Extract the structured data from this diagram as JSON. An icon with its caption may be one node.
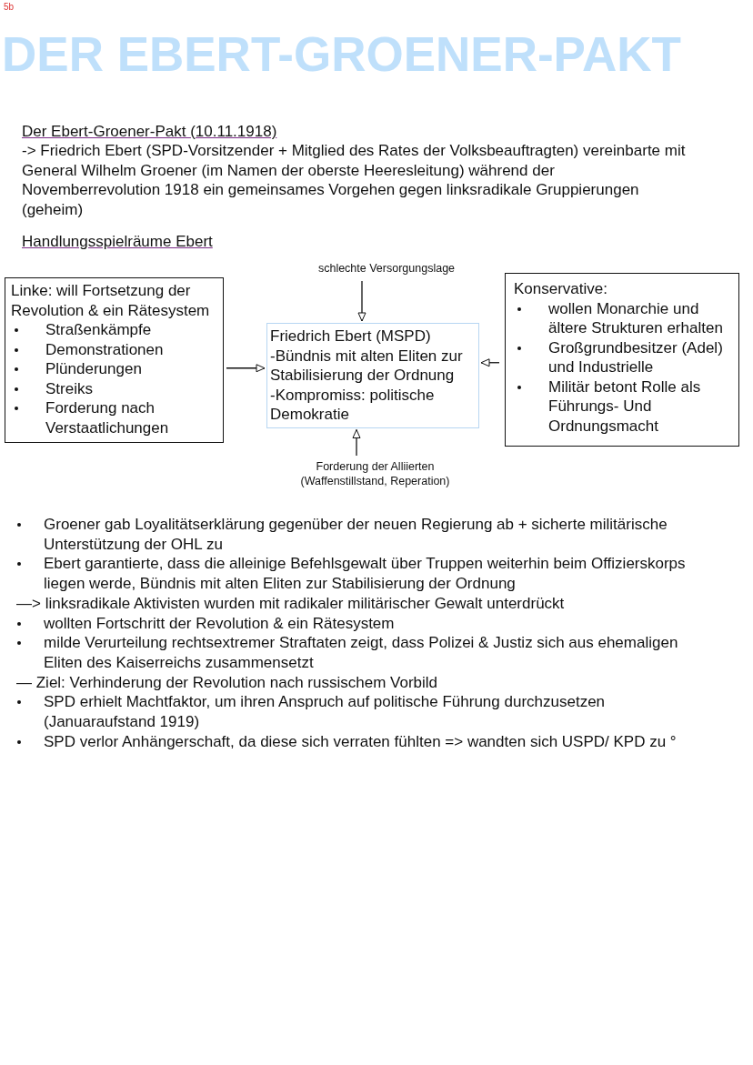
{
  "diagram": {
    "title": "DER EBERT-GROENER-PAKT",
    "nodes": [
      {
        "text": [
          "Linke: will Fortsetzung der Revolution & ein Rätesystem",
          "Straßenkämpfe",
          "Demonstrationen",
          "Plünderungen",
          "Streiks",
          "Forderung nach Verstaatlichungen"
        ]
      },
      {
        "text": [
          "schlechte Versorgungslage"
        ]
      },
      {
        "text": [
          "Friedrich Ebert (MSPD)",
          "-Bündnis mit alten Eliten zur Stabilisierung der Ordnung",
          "-Kompromiss: politische Demokratie"
        ]
      },
      {
        "text": [
          "Konservative:",
          "wollen Monarchie und ältere Strukturen erhalten",
          "Großgrundbesitzer (Adel) und Industrielle",
          "Militär betont Rolle als Führungs- Und Ordnungsmacht"
        ]
      },
      {
        "text": [
          "Forderung der Alliierten (Waffenstillstand, Reperation)"
        ]
      }
    ],
    "edges": [
      {
        "from": 0,
        "to": 2,
        "arrow": "to"
      },
      {
        "from": 1,
        "to": 2,
        "arrow": "to"
      },
      {
        "from": 3,
        "to": 2,
        "arrow": "to"
      },
      {
        "from": 4,
        "to": 2,
        "arrow": "to"
      }
    ],
    "labels": [
      "5b",
      "Der Ebert-Groener-Pakt (10.11.1918)",
      "-> Friedrich Ebert (SPD-Vorsitzender + Mitglied des Rates der Volksbeauftragten) vereinbarte mit General Wilhelm Groener (im Namen der oberste Heeresleitung) während der Novemberrevolution 1918 ein gemeinsames Vorgehen gegen linksradikale Gruppierungen (geheim)",
      "Handlungsspielräume Ebert",
      "Groener gab Loyalitätserklärung gegenüber der neuen Regierung ab + sicherte militärische Unterstützung der OHL zu",
      "Ebert garantierte, dass die alleinige Befehlsgewalt über Truppen weiterhin beim Offizierskorps liegen werde, Bündnis mit alten Eliten zur Stabilisierung der Ordnung",
      "—> linksradikale Aktivisten wurden mit radikaler militärischer Gewalt unterdrückt",
      "wollten Fortschritt der Revolution & ein Rätesystem",
      "milde Verurteilung rechtsextremer Straftaten zeigt, dass Polizei & Justiz sich aus ehemaligen Eliten des Kaiserreichs zusammensetzt",
      "— Ziel: Verhinderung der Revolution nach russischem Vorbild",
      "SPD erhielt Machtfaktor, um ihren Anspruch auf politische Führung durchzusetzen (Januaraufstand 1919)",
      "SPD verlor Anhängerschaft, da diese sich verraten fühlten => wandten sich USPD/ KPD zu °"
    ]
  }
}
